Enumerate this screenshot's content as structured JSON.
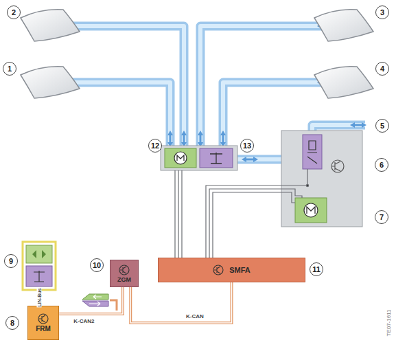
{
  "diagram": {
    "nodes": [
      {
        "text": [
          "ZGM"
        ]
      },
      {
        "text": [
          "SMFA"
        ]
      },
      {
        "text": [
          "FRM"
        ]
      }
    ],
    "edges": [
      {
        "from": 2,
        "to": 0,
        "arrow": "none",
        "label": "K-CAN2"
      },
      {
        "from": 0,
        "to": 1,
        "arrow": "none",
        "label": "K-CAN"
      }
    ],
    "labels": [
      "1",
      "2",
      "3",
      "4",
      "5",
      "6",
      "7",
      "8",
      "9",
      "10",
      "11",
      "12",
      "13",
      "LIN-Bus",
      "TE07-1611"
    ]
  }
}
